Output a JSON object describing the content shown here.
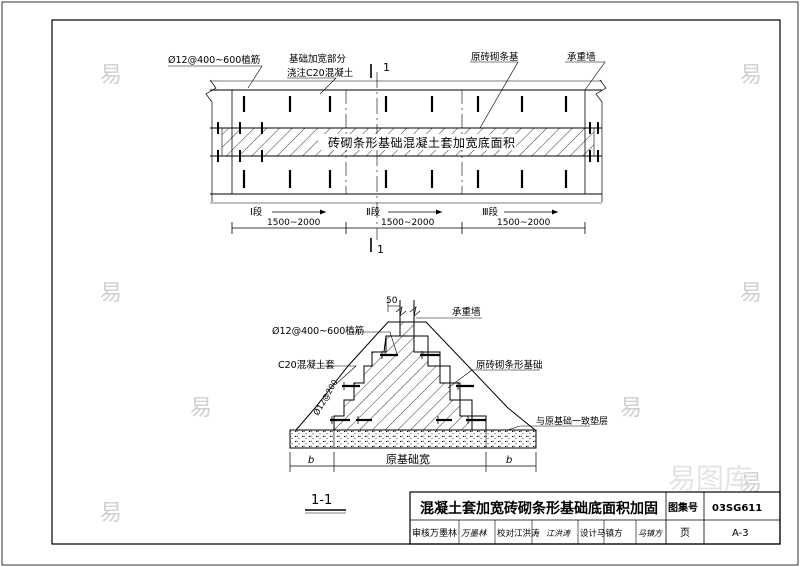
{
  "plan": {
    "label_anchor": "Ø12@400~600植筋",
    "label_jacket": "基础加宽部分",
    "label_concrete": "浇注C20混凝土",
    "label_original": "原砖砌条基",
    "label_wall": "承重墙",
    "center_text": "砖砌条形基础混凝土套加宽底面积",
    "section_mark_top": "1",
    "section_mark_bottom": "1",
    "segments": [
      {
        "name": "Ⅰ段",
        "dim": "1500~2000"
      },
      {
        "name": "Ⅱ段",
        "dim": "1500~2000"
      },
      {
        "name": "Ⅲ段",
        "dim": "1500~2000"
      }
    ]
  },
  "section": {
    "dim_top": "50",
    "label_wall": "承重墙",
    "label_anchor": "Ø12@400~600植筋",
    "label_c20": "C20混凝土套",
    "label_original": "原砖砌条形基础",
    "label_cushion": "与原基础一致垫层",
    "label_side": "Ø12@200",
    "dim_left": "b",
    "dim_center": "原基础宽",
    "dim_right": "b",
    "title": "1-1"
  },
  "titleblock": {
    "title": "混凝土套加宽砖砌条形基础底面积加固",
    "atlas_label": "图集号",
    "atlas_no": "03SG611",
    "review": "审核万墨林",
    "review_sign": "万墨林",
    "check": "校对江洪涛",
    "check_sign": "江洪涛",
    "design": "设计马镇方",
    "design_sign": "马镇方",
    "page_label": "页",
    "page_no": "A-3"
  },
  "watermark": {
    "glyph": "易",
    "brand": "易图库"
  }
}
